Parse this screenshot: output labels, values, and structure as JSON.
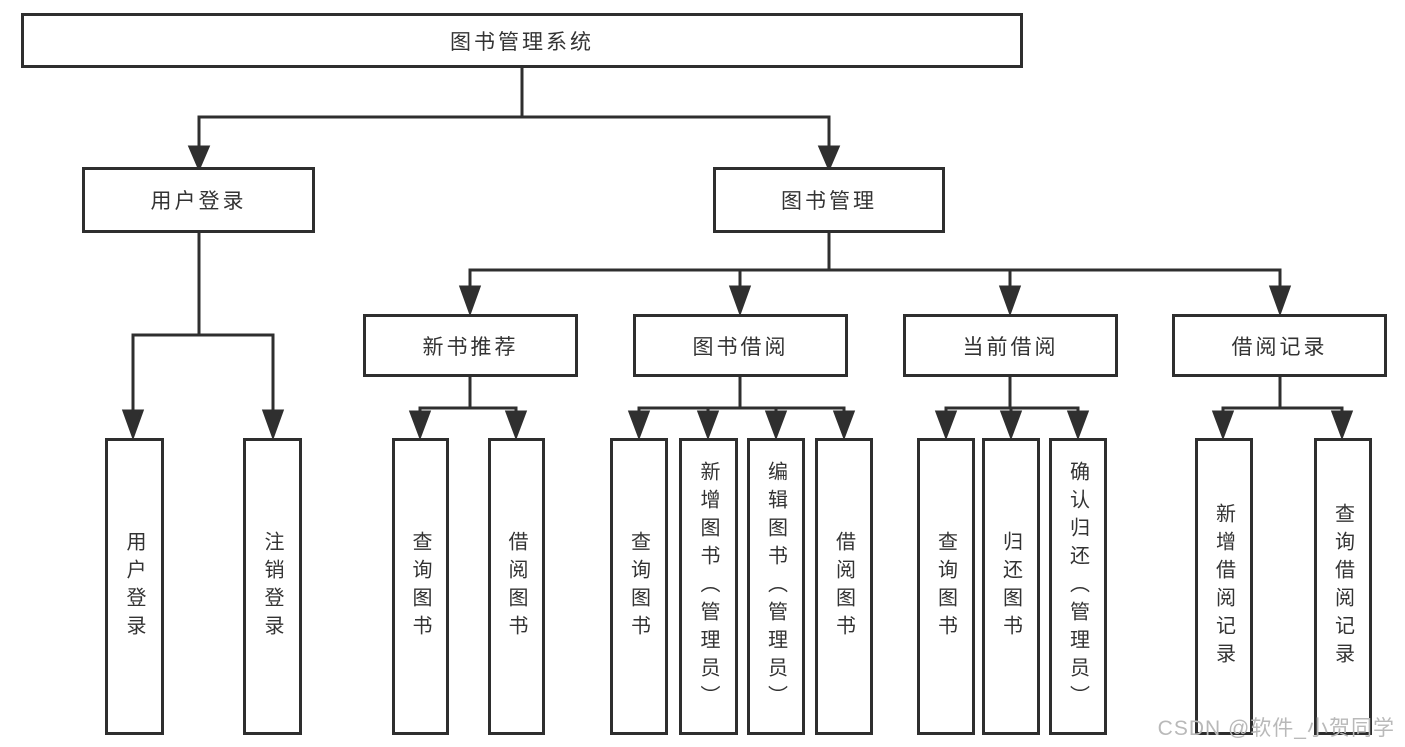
{
  "tree": {
    "label": "图书管理系统",
    "children": [
      {
        "label": "用户登录",
        "children": [
          {
            "label": "用户登录"
          },
          {
            "label": "注销登录"
          }
        ]
      },
      {
        "label": "图书管理",
        "children": [
          {
            "label": "新书推荐",
            "children": [
              {
                "label": "查询图书"
              },
              {
                "label": "借阅图书"
              }
            ]
          },
          {
            "label": "图书借阅",
            "children": [
              {
                "label": "查询图书"
              },
              {
                "label": "新增图书（管理员）"
              },
              {
                "label": "编辑图书（管理员）"
              },
              {
                "label": "借阅图书"
              }
            ]
          },
          {
            "label": "当前借阅",
            "children": [
              {
                "label": "查询图书"
              },
              {
                "label": "归还图书"
              },
              {
                "label": "确认归还（管理员）"
              }
            ]
          },
          {
            "label": "借阅记录",
            "children": [
              {
                "label": "新增借阅记录"
              },
              {
                "label": "查询借阅记录"
              }
            ]
          }
        ]
      }
    ]
  },
  "watermark": {
    "text": "CSDN @软件_小贺同学",
    "color": "#b9b9b9"
  },
  "colors": {
    "line": "#2f2f2f",
    "border": "#2e2e2e",
    "text": "#333333",
    "background": "#ffffff"
  }
}
